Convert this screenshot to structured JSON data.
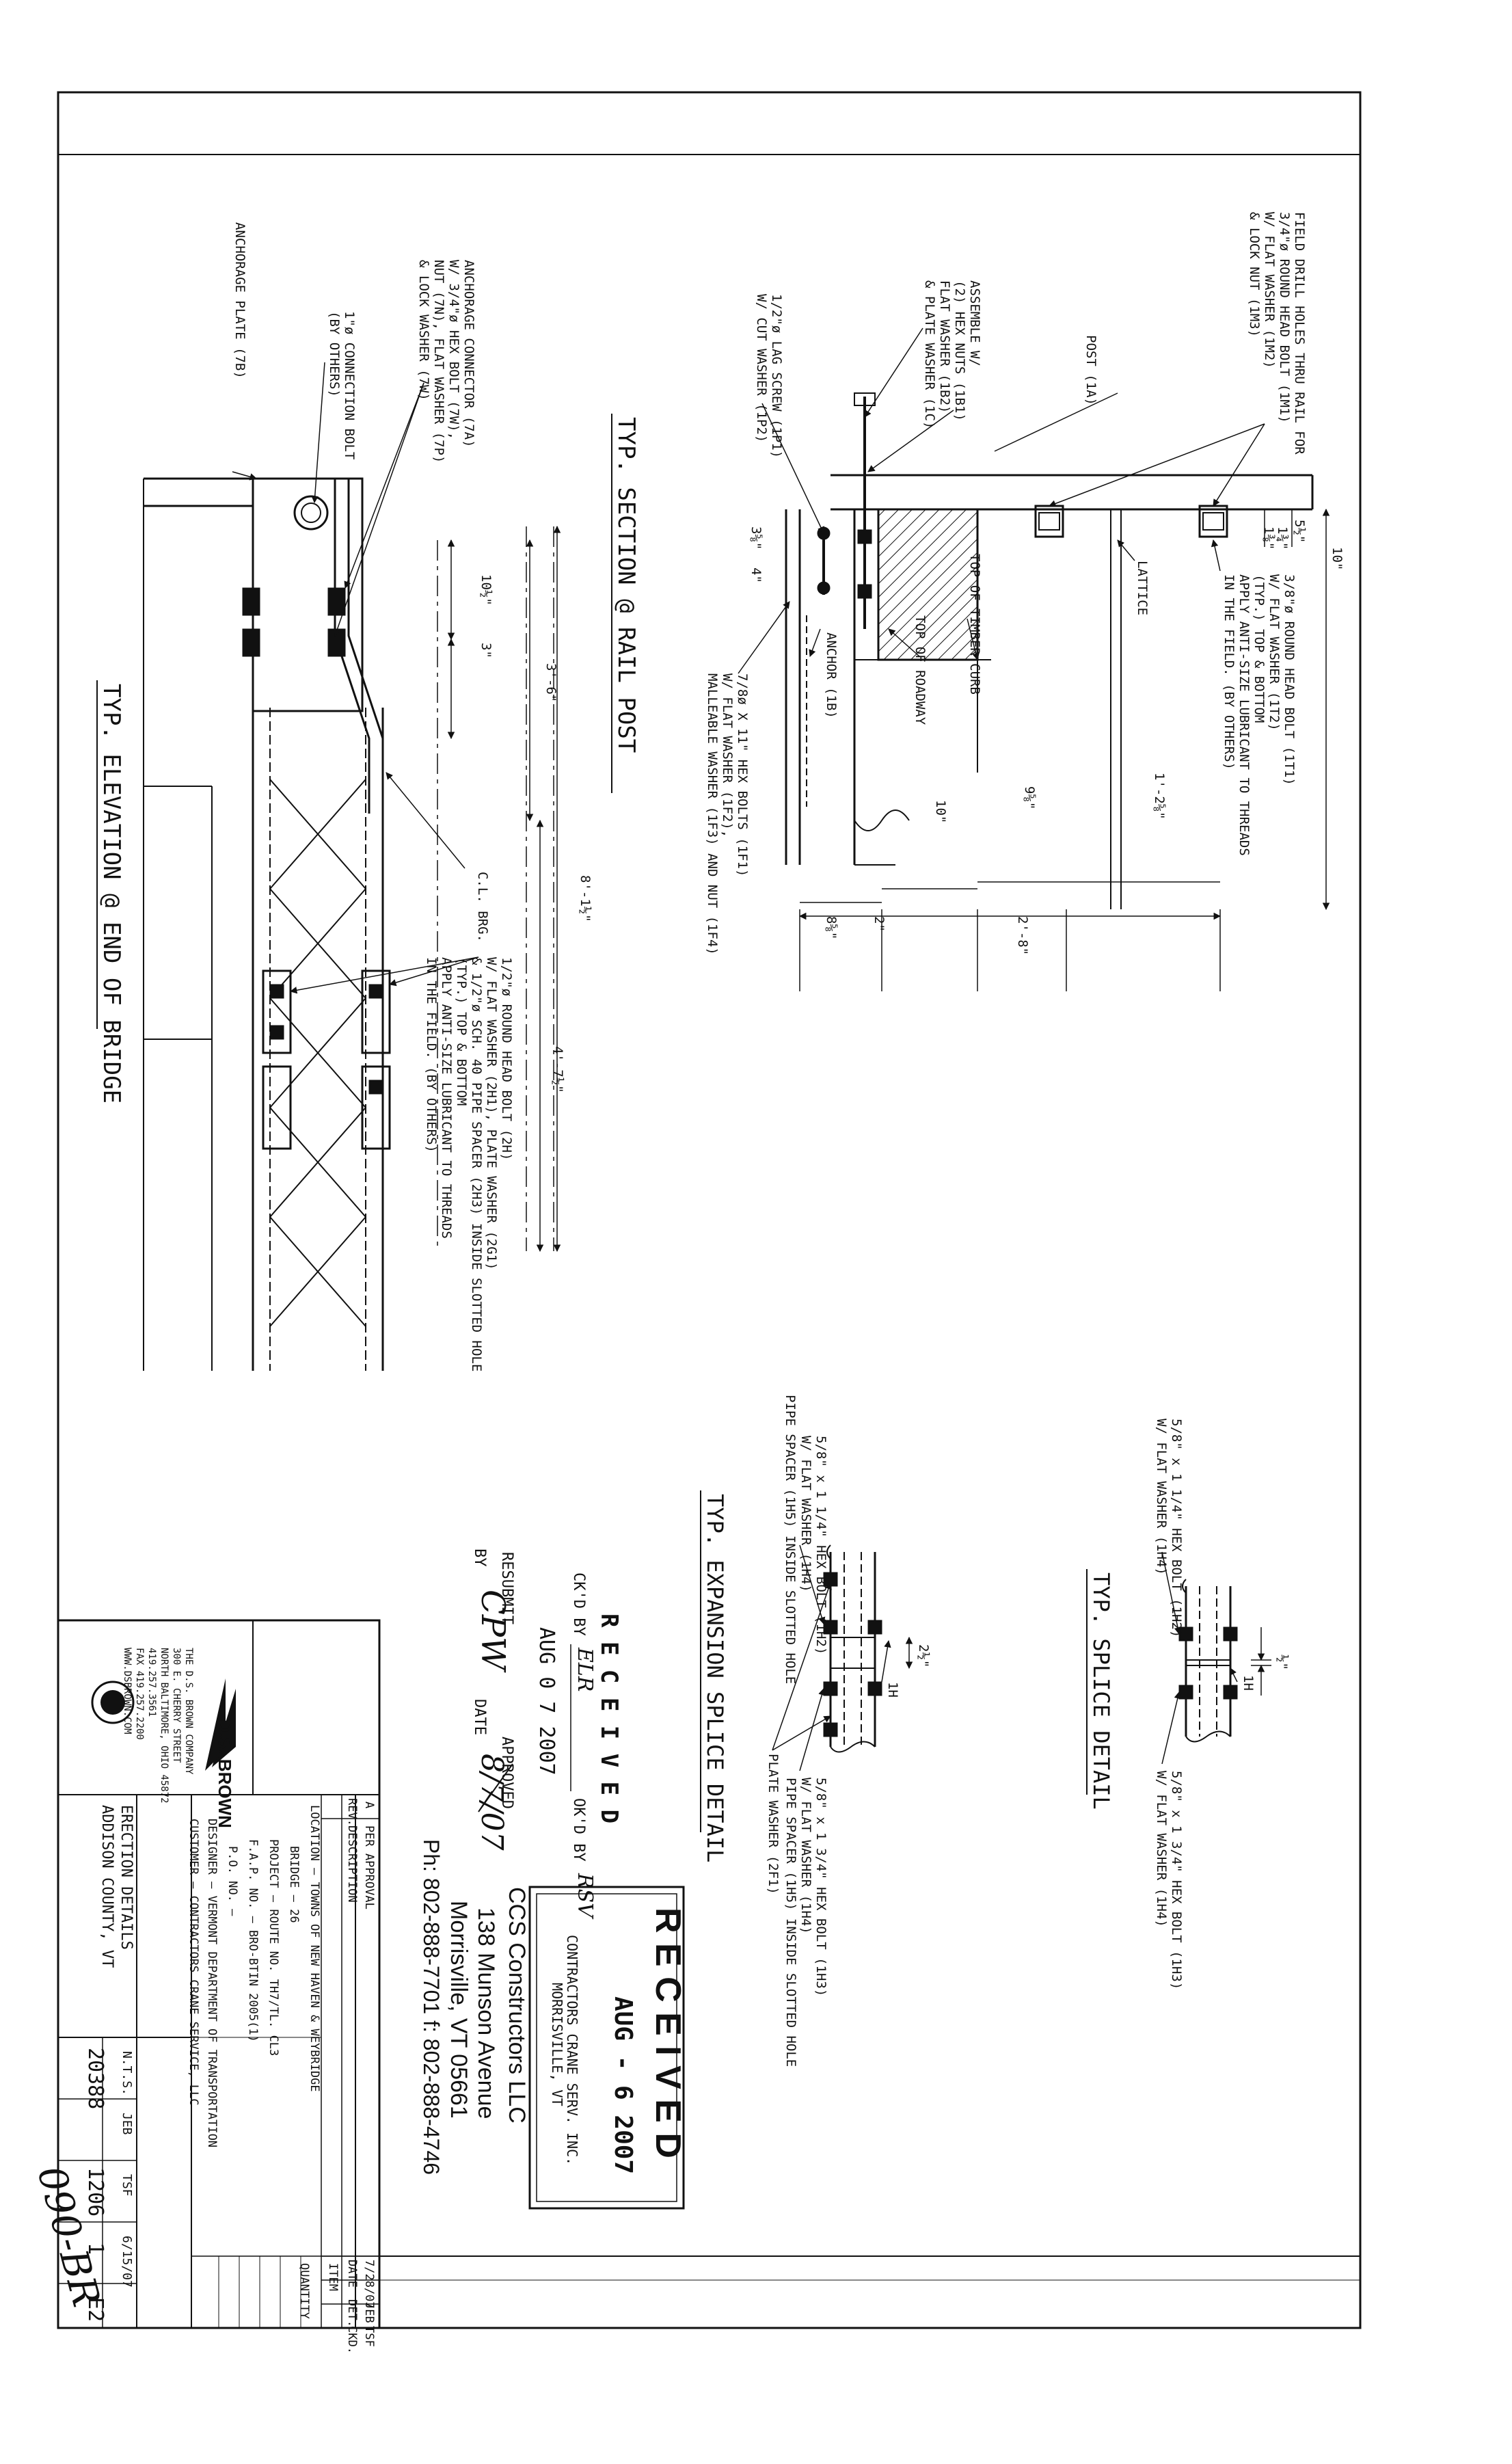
{
  "section_view": {
    "title": "TYP. SECTION @ RAIL POST",
    "labels": {
      "field_drill_1": "FIELD DRILL HOLES THRU RAIL FOR",
      "field_drill_2": "3/4\"ø ROUND HEAD BOLT (1M1)",
      "field_drill_3": "W/ FLAT WASHER (1M2)",
      "field_drill_4": "& LOCK NUT (1M3)",
      "post": "POST (1A)",
      "assemble_1": "ASSEMBLE W/",
      "assemble_2": "(2) HEX NUTS (1B1)",
      "assemble_3": "FLAT WASHER (1B2)",
      "assemble_4": "& PLATE WASHER (1C)",
      "lag_1": "1/2\"ø LAG SCREW (1P1)",
      "lag_2": "W/ CUT WASHER (1P2)",
      "lattice": "LATTICE",
      "top_timber_curb": "TOP OF TIMBER CURB",
      "top_roadway": "TOP OF ROADWAY",
      "anchor": "ANCHOR (1B)",
      "hexbolt_1": "7/8ø X 11\" HEX BOLTS (1F1)",
      "hexbolt_2": "W/ FLAT WASHER (1F2),",
      "hexbolt_3": "MALLEABLE WASHER (1F3) AND NUT (1F4)",
      "rhb_1": "3/8\"ø ROUND HEAD BOLT (1T1)",
      "rhb_2": "W/ FLAT WASHER (1T2)",
      "rhb_3": "(TYP.) TOP & BOTTOM",
      "rhb_4": "APPLY ANTI-SIZE LUBRICANT TO THREADS",
      "rhb_5": "IN THE FIELD. (BY OTHERS)"
    },
    "dims": {
      "d10": "10\"",
      "d5_5": "5½\"",
      "d1_3_4": "1¾\"",
      "d1_3_8": "1⅜\"",
      "d1_2_5_8": "1'-2⅝\"",
      "d9_5_8": "9⅝\"",
      "d10b": "10\"",
      "d2_8": "2'-8\"",
      "d2": "2\"",
      "d8_5_8": "8⅝\"",
      "d3_5_8": "3⅝\"",
      "d4": "4\""
    }
  },
  "elevation_view": {
    "title": "TYP. ELEVATION @ END OF BRIDGE",
    "labels": {
      "anchorage_plate": "ANCHORAGE PLATE (7B)",
      "conn_bolt_1": "1\"ø CONNECTION BOLT",
      "conn_bolt_2": "(BY OTHERS)",
      "anch_conn_1": "ANCHORAGE CONNECTOR (7A)",
      "anch_conn_2": "W/ 3/4\"ø HEX BOLT (7W),",
      "anch_conn_3": "NUT (7N), FLAT WASHER (7P)",
      "anch_conn_4": "& LOCK WASHER (7W)",
      "cl_brg": "C.L. BRG.",
      "rhb_1": "1/2\"ø ROUND HEAD BOLT (2H)",
      "rhb_2": "W/ FLAT WASHER (2H1), PLATE WASHER (2G1)",
      "rhb_3": "& 1/2\"ø SCH. 40 PIPE SPACER (2H3) INSIDE SLOTTED HOLE",
      "rhb_4": "(TYP.) TOP & BOTTOM",
      "rhb_5": "APPLY ANTI-SIZE LUBRICANT TO THREADS",
      "rhb_6": "IN THE FIELD. (BY OTHERS)"
    },
    "dims": {
      "d10_5": "10½\"",
      "d3": "3\"",
      "d3_6": "3'-6\"",
      "d8_1_2": "8'-1½\"",
      "d4_7_2": "4'-7½\""
    }
  },
  "splice_view": {
    "title": "TYP. SPLICE DETAIL",
    "labels": {
      "left_1": "5/8\" x 1 1/4\" HEX BOLT (1H2)",
      "left_2": "W/ FLAT WASHER (1H4)",
      "right_1": "5/8\" x 1 3/4\" HEX BOLT (1H3)",
      "right_2": "W/ FLAT WASHER (1H4)",
      "gap": "1H",
      "dim": "½\""
    }
  },
  "expansion_view": {
    "title": "TYP. EXPANSION SPLICE DETAIL",
    "labels": {
      "left_1": "5/8\" x 1 1/4\" HEX BOLT (1H2)",
      "left_2": "W/ FLAT WASHER (1H4)",
      "left_3": "PIPE SPACER (1H5) INSIDE SLOTTED HOLE",
      "right_1": "5/8\" x 1 3/4\" HEX BOLT (1H3)",
      "right_2": "W/ FLAT WASHER (1H4)",
      "right_3": "PIPE SPACER (1H5) INSIDE SLOTTED HOLE",
      "plate_washer": "PLATE WASHER (2F1)",
      "gap": "1H",
      "dim": "2½\""
    }
  },
  "received_stamp_1": {
    "title": "R E C E I V E D",
    "ckd_by_label": "CK'D BY",
    "ckd_by_value": "ELR",
    "okd_by_label": "OK'D BY",
    "okd_by_value": "RSV",
    "date": "AUG 0 7 2007",
    "resubmit_label": "RESUBMIT",
    "approved_label": "APPROVED",
    "by_label": "BY",
    "by_value": "CPW",
    "date_label": "DATE",
    "date_value": "8/7/07"
  },
  "received_stamp_2": {
    "title": "R E C E I V E D",
    "date": "AUG - 6 2007",
    "company": "CONTRACTORS CRANE SERV. INC.",
    "city": "MORRISVILLE, VT"
  },
  "address": {
    "line1": "CCS Constructors LLC",
    "line2": "138 Munson Avenue",
    "line3": "Morrisville, VT 05661",
    "line4": "Ph: 802-888-7701 f: 802-888-4746"
  },
  "company": {
    "name": "D.S. BROWN",
    "line1": "THE D.S. BROWN COMPANY",
    "line2": "300 E. CHERRY STREET",
    "line3": "NORTH BALTIMORE, OHIO 45872",
    "line4": "419.257.3561",
    "line5": "FAX 419.257.2200",
    "line6": "WWW.DSBROWN.COM"
  },
  "revision_table": {
    "header_rev": "REV.",
    "header_desc": "DESCRIPTION",
    "header_date": "DATE",
    "header_det": "DET.",
    "header_chkd": "CKD.",
    "rev_symbol": "A",
    "rev_desc": "PER APPROVAL",
    "rev_date": "7/28/07",
    "rev_det": "JEB",
    "rev_chkd": "TSF",
    "item_header": "ITEM",
    "qty_header": "QUANTITY"
  },
  "project_info": {
    "location": "LOCATION — TOWNS OF NEW HAVEN & WEYBRIDGE",
    "bridge": "BRIDGE — 26",
    "project": "PROJECT — ROUTE NO. TH7/TL. CL3",
    "fap": "F.A.P. NO. — BRO-BTIN 2005(1)",
    "po": "P.O. NO. —",
    "designer": "DESIGNER — VERMONT DEPARTMENT OF TRANSPORTATION",
    "customer": "CUSTOMER — CONTRACTORS CRANE SERVICE, LLC"
  },
  "title_block": {
    "title1": "ERECTION DETAILS",
    "title2": "ADDISON COUNTY, VT",
    "scale": "N.T.S.",
    "drawn_by": "JEB",
    "checked_by": "TSF",
    "date": "6/15/07",
    "job_no": "20388",
    "product_code": "1206",
    "sheet": "1",
    "drawing_no": "E2"
  },
  "handwritten": {
    "margin_note": "090-BR"
  }
}
